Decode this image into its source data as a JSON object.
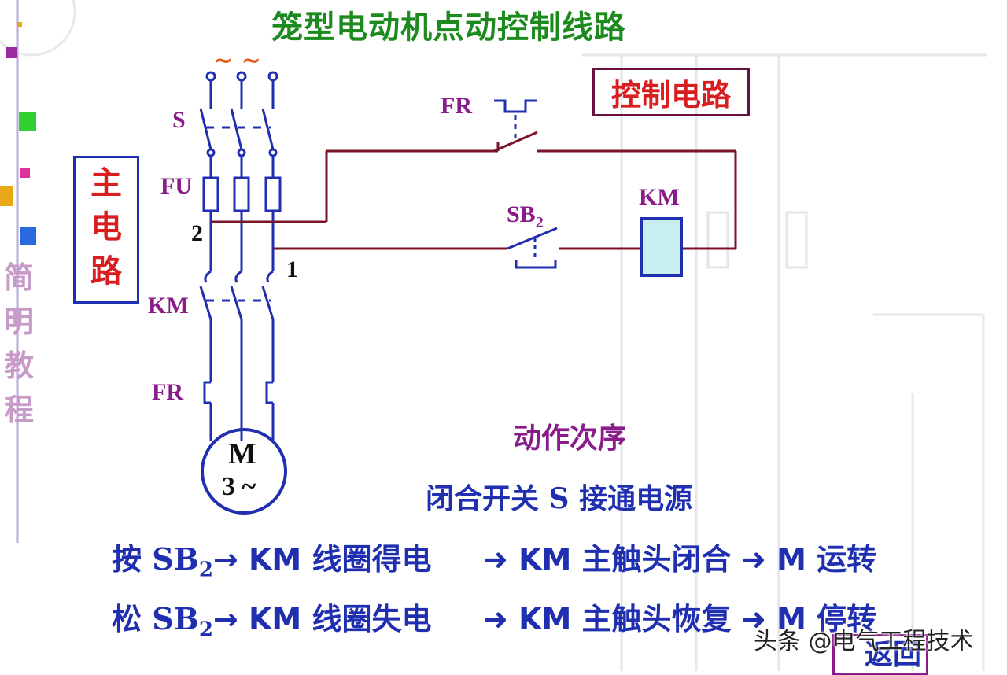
{
  "title": "笼型电动机点动控制线路",
  "sections": {
    "control_circuit": "控制电路",
    "main_circuit": "主电路"
  },
  "sidebar": {
    "vertical_label": "简明教程"
  },
  "labels": {
    "supply": "~  ~",
    "switch": "S",
    "fuse": "FU",
    "contactor_main": "KM",
    "thermal_relay_main": "FR",
    "thermal_relay_control": "FR",
    "pushbutton": "SB",
    "pushbutton_sub": "2",
    "coil": "KM",
    "node_2": "2",
    "node_1": "1",
    "motor_m": "M",
    "motor_spec": "3 ~"
  },
  "sequence": {
    "heading": "动作次序",
    "step0": "闭合开关 S 接通电源",
    "press": {
      "verb": "按",
      "button": "SB",
      "sub": "2",
      "a": "→ KM 线圈得电",
      "b": "➜ KM 主触头闭合",
      "c": "➜ M 运转"
    },
    "release": {
      "verb": "松",
      "button": "SB",
      "sub": "2",
      "a": "→ KM 线圈失电",
      "b": "➜ KM 主触头恢复",
      "c": "➜ M 停转"
    }
  },
  "watermark": "头条 @电气工程技术",
  "nav": {
    "back": "返回"
  },
  "colors": {
    "title": "#1c8a1c",
    "wire_main": "#1f2fb0",
    "wire_control": "#7a1428",
    "label": "#8a1c8a",
    "accent_red": "#d81e1e",
    "coil_fill": "#c8eef2"
  }
}
